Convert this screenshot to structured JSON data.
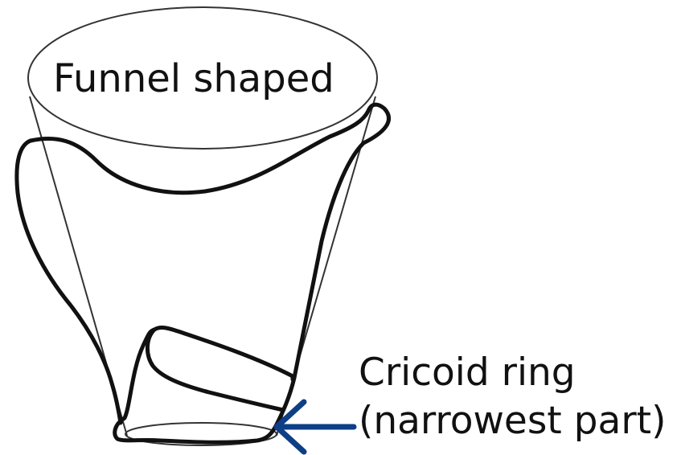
{
  "diagram": {
    "top_label": "Funnel shaped",
    "callout_line1": "Cricoid ring",
    "callout_line2": "(narrowest part)",
    "colors": {
      "outline": "#111111",
      "thin_line": "#333333",
      "arrow": "#0d3f86",
      "background": "#ffffff"
    },
    "icons": {
      "arrow": "left-arrow-icon"
    }
  }
}
